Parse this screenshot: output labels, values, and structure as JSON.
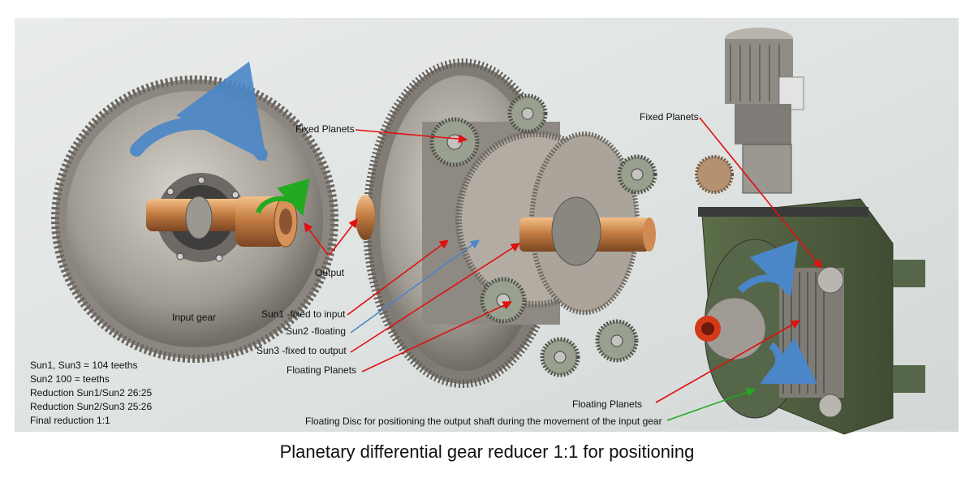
{
  "title": "Planetary differential gear reducer 1:1 for positioning",
  "labels": {
    "fixed_planets_center": "Fixed Planets",
    "fixed_planets_right": "Fixed Planets",
    "output": "Output",
    "input_gear": "Input gear",
    "sun1": "Sun1 -fixed to input",
    "sun2": "Sun2 -floating",
    "sun3": "Sun3 -fixed to output",
    "floating_planets_center": "Floating Planets",
    "floating_planets_right": "Floating Planets",
    "floating_disc": "Floating  Disc for positioning the output shaft during the movement of the input gear"
  },
  "specs": [
    "Sun1, Sun3 = 104 teeths",
    "Sun2 100 = teeths",
    "Reduction Sun1/Sun2 26:25",
    "Reduction Sun2/Sun3 25:26",
    "Final reduction 1:1"
  ],
  "colors": {
    "arrow_red": "#e01010",
    "arrow_blue": "#4a86c8",
    "arrow_green": "#22aa22",
    "frame_green": "#4f5e3f",
    "copper": "#c8824a",
    "steel": "#a8a49c"
  }
}
